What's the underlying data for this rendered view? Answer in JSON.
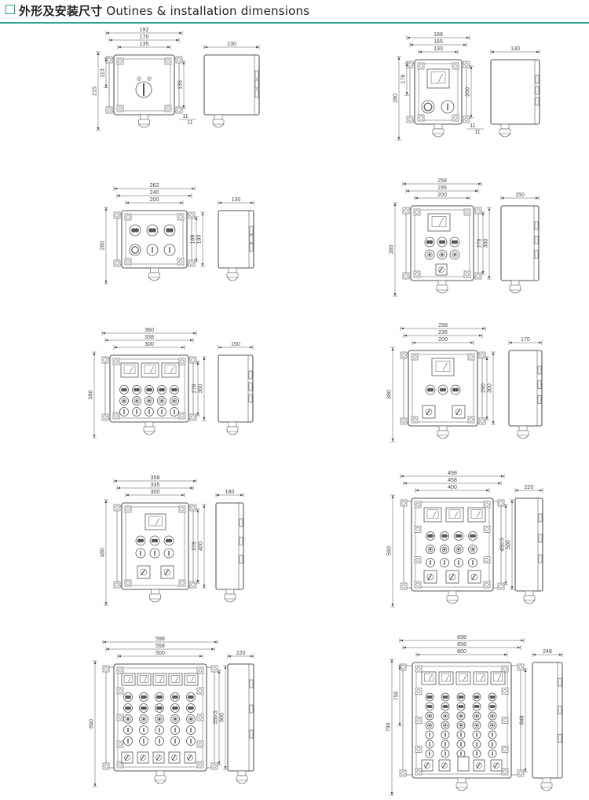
{
  "header": {
    "title_cn": "外形及安装尺寸",
    "title_en": "Outines & installation dimensions",
    "accent_color": "#2ba08e"
  },
  "units": [
    {
      "id": "u1",
      "widths": [
        "192",
        "170",
        "135"
      ],
      "heights": [
        "215",
        "113"
      ],
      "inner": "135",
      "side": "130",
      "offsets": [
        "11",
        "11"
      ]
    },
    {
      "id": "u2",
      "widths": [
        "188",
        "165",
        "130"
      ],
      "heights": [
        "280",
        "178"
      ],
      "inner": "200",
      "side": "130",
      "offsets": [
        "11",
        "11"
      ]
    },
    {
      "id": "u3",
      "widths": [
        "262",
        "240",
        "200"
      ],
      "heights": [
        "280"
      ],
      "inner": "168",
      "inner2": "190",
      "side": "130"
    },
    {
      "id": "u4",
      "widths": [
        "258",
        "235",
        "200"
      ],
      "heights": [
        "380"
      ],
      "inner": "278",
      "inner2": "300",
      "side": "150"
    },
    {
      "id": "u5",
      "widths": [
        "360",
        "338",
        "300"
      ],
      "heights": [
        "380"
      ],
      "inner": "278",
      "inner2": "300",
      "side": "150"
    },
    {
      "id": "u6",
      "widths": [
        "258",
        "235",
        "200"
      ],
      "heights": [
        "380"
      ],
      "inner": "290",
      "inner2": "300",
      "side": "170"
    },
    {
      "id": "u7",
      "widths": [
        "358",
        "335",
        "300"
      ],
      "heights": [
        "480"
      ],
      "inner": "378",
      "inner2": "400",
      "side": "180"
    },
    {
      "id": "u8",
      "widths": [
        "498",
        "458",
        "400"
      ],
      "heights": [
        "590"
      ],
      "inner": "450.5",
      "inner2": "500",
      "side": "220"
    },
    {
      "id": "u9",
      "widths": [
        "598",
        "558",
        "500"
      ],
      "heights": [
        "690"
      ],
      "inner": "550.5",
      "inner2": "600",
      "side": "220"
    },
    {
      "id": "u10",
      "widths": [
        "698",
        "658",
        "600"
      ],
      "heights": [
        "790",
        "750"
      ],
      "inner": "648",
      "side": "248"
    }
  ]
}
